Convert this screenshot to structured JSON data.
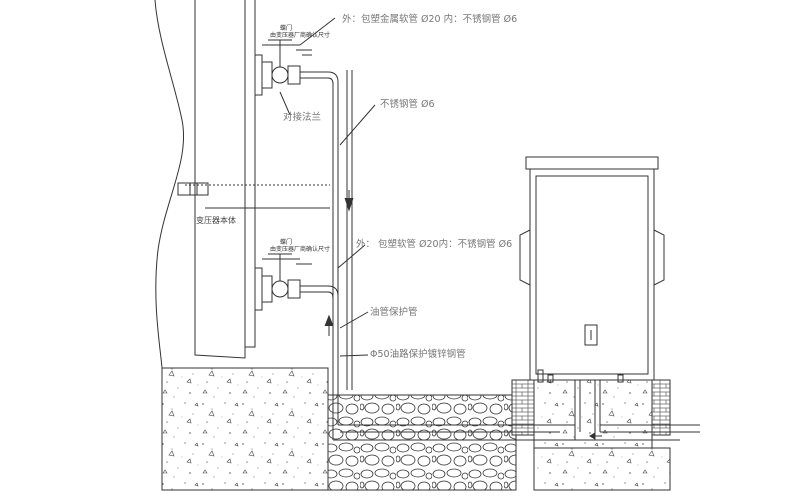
{
  "labels": {
    "valve": "蝶门",
    "valve_note": "由变压器厂商确认尺寸",
    "upper_pipe": "外：包塑金属软管  Ø20    内：不锈钢管  Ø6",
    "flange": "对接法兰",
    "ss_pipe": "不锈钢管  Ø6",
    "tank_body": "变压器本体",
    "lower_pipe": "外：  包塑软管  Ø20内：不锈钢管  Ø6",
    "oil_pipe": "油管保护管",
    "galv_pipe": "Φ50油路保护镀锌钢管"
  },
  "colors": {
    "line": "#333333",
    "text": "#777777"
  }
}
